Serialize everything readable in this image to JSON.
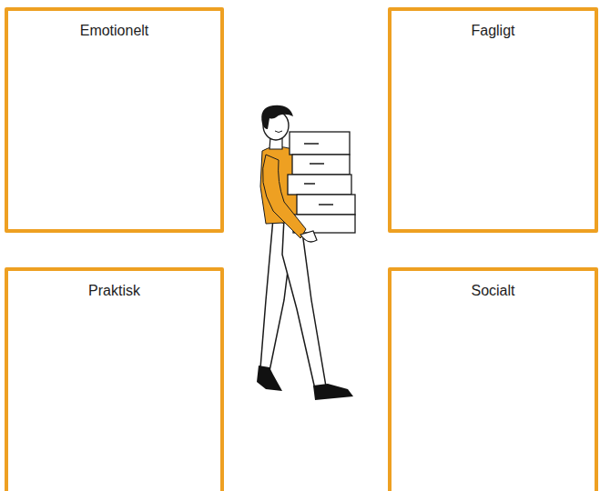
{
  "diagram": {
    "nodes": [
      {
        "text": [
          "Emotionelt"
        ]
      },
      {
        "text": [
          "Fagligt"
        ]
      },
      {
        "text": [
          "Praktisk"
        ]
      },
      {
        "text": [
          "Socialt"
        ]
      }
    ]
  }
}
